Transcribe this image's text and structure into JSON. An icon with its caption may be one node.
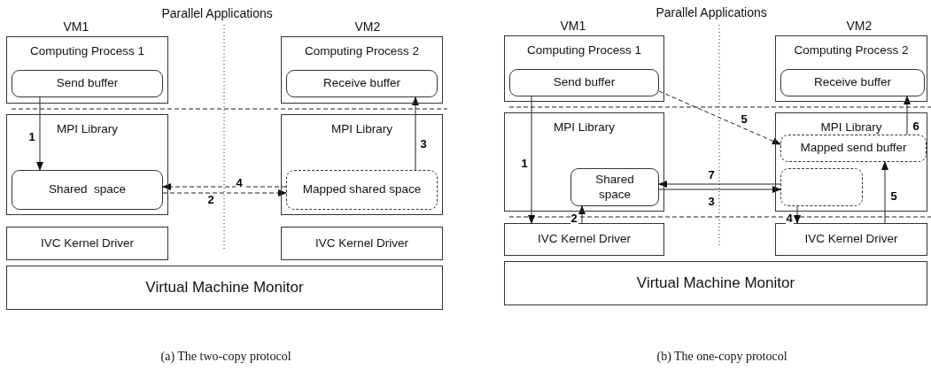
{
  "diagram": {
    "nodes": [
      {
        "text": [
          "Computing Process 1"
        ]
      },
      {
        "text": [
          "Send buffer"
        ],
        "in": 0
      },
      {
        "text": [
          "Computing Process 2"
        ]
      },
      {
        "text": [
          "Receive buffer"
        ],
        "in": 2
      },
      {
        "text": [
          "MPI Library"
        ]
      },
      {
        "text": [
          "Shared  space"
        ],
        "in": 4
      },
      {
        "text": [
          "MPI Library"
        ]
      },
      {
        "text": [
          "Mapped shared space"
        ],
        "in": 6
      },
      {
        "text": [
          "IVC Kernel Driver"
        ]
      },
      {
        "text": [
          "IVC Kernel Driver"
        ]
      },
      {
        "text": [
          "Virtual Machine Monitor"
        ]
      },
      {
        "text": [
          "Computing Process 1"
        ]
      },
      {
        "text": [
          "Send buffer"
        ],
        "in": 11
      },
      {
        "text": [
          "Computing Process 2"
        ]
      },
      {
        "text": [
          "Receive buffer"
        ],
        "in": 13
      },
      {
        "text": [
          "MPI Library"
        ]
      },
      {
        "text": [
          "Shared space"
        ],
        "in": 15
      },
      {
        "text": [
          "MPI Library"
        ]
      },
      {
        "text": [
          "Mapped send buffer"
        ],
        "in": 17
      },
      {
        "text": [],
        "shape": "box",
        "in": 17
      },
      {
        "text": [
          "IVC Kernel Driver"
        ]
      },
      {
        "text": [
          "IVC Kernel Driver"
        ]
      },
      {
        "text": [
          "Virtual Machine Monitor"
        ]
      }
    ],
    "edges": [
      {
        "from": 1,
        "to": 5,
        "arrow": "to",
        "label": "1"
      },
      {
        "from": 5,
        "to": 7,
        "arrow": "to",
        "label": "2",
        "style": "dashed"
      },
      {
        "from": 7,
        "to": 3,
        "arrow": "to",
        "label": "3"
      },
      {
        "from": 7,
        "to": 5,
        "arrow": "to",
        "label": "4",
        "style": "dashed"
      },
      {
        "from": 12,
        "to": 20,
        "arrow": "to",
        "label": "1"
      },
      {
        "from": 20,
        "to": 16,
        "arrow": "to",
        "label": "2"
      },
      {
        "from": 16,
        "to": 19,
        "arrow": "to",
        "label": "3"
      },
      {
        "from": 19,
        "to": 21,
        "arrow": "to",
        "label": "4"
      },
      {
        "from": 21,
        "to": 18,
        "arrow": "to",
        "label": "5"
      },
      {
        "from": 12,
        "to": 18,
        "arrow": "to",
        "label": "5",
        "style": "dashed"
      },
      {
        "from": 18,
        "to": 14,
        "arrow": "to",
        "label": "6"
      },
      {
        "from": 19,
        "to": 16,
        "arrow": "to",
        "label": "7"
      }
    ],
    "labels": [
      "Parallel Applications",
      "VM1",
      "VM2",
      "Parallel Applications",
      "VM1",
      "VM2",
      "(a) The two-copy protocol",
      "(b) The one-copy protocol"
    ]
  }
}
